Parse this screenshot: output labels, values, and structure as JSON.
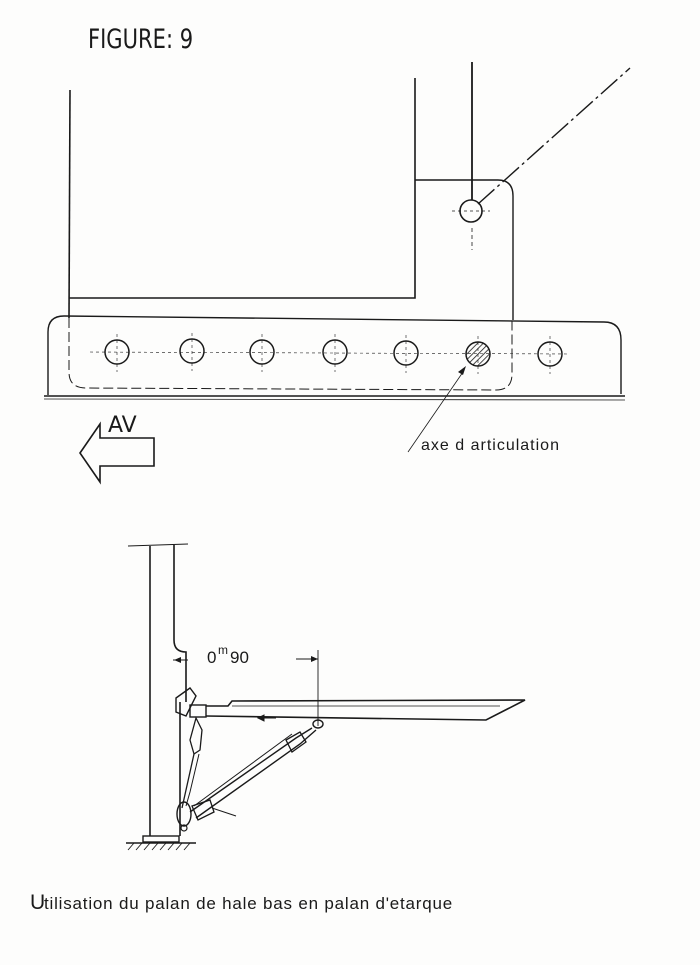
{
  "figure": {
    "title": "FIGURE: 9"
  },
  "top_view": {
    "direction_label": "AV",
    "pivot_label": "axe d articulation"
  },
  "side_view": {
    "dimension_value": "0",
    "dimension_unit": "m",
    "dimension_decimal": "90"
  },
  "caption": {
    "initial": "U",
    "text": "tilisation  du  palan de hale bas  en palan d'etarque"
  }
}
